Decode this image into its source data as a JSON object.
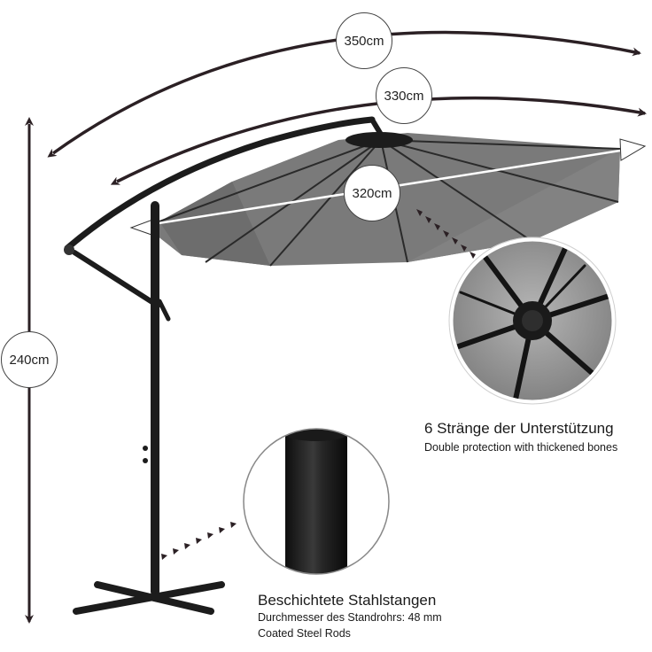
{
  "dimensions": {
    "outer_span": "350cm",
    "inner_span": "330cm",
    "canopy_diameter": "320cm",
    "height": "240cm"
  },
  "feature_ribs": {
    "title": "6 Stränge der Unterstützung",
    "subtitle": "Double protection with thickened bones"
  },
  "feature_pole": {
    "title": "Beschichtete Stahlstangen",
    "line1": "Durchmesser des Standrohrs: 48 mm",
    "line2": "Coated Steel Rods"
  },
  "colors": {
    "canopy": "#7a7a7a",
    "canopy_shade": "#6a6a6a",
    "frame": "#1c1c1c",
    "arrow": "#2b2024",
    "detail_bg": "#9a9a9a"
  }
}
